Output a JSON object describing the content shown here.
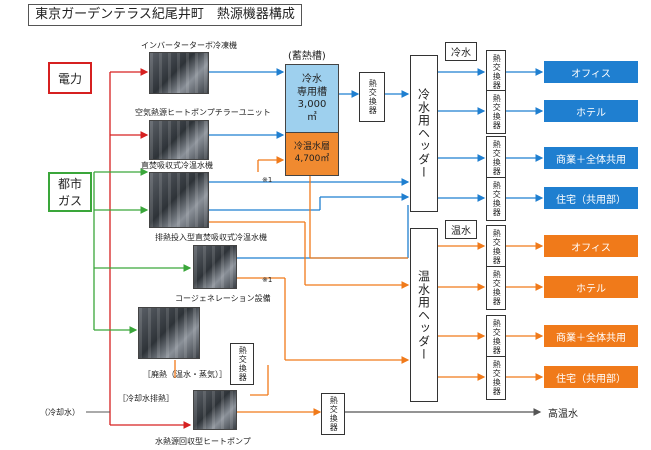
{
  "title": "東京ガーデンテラス紀尾井町　熱源機器構成",
  "sources": {
    "electric": "電力",
    "gas": "都市ガス"
  },
  "equipment": {
    "inverter_chiller": "インバーターターボ冷凍機",
    "air_heat_pump": "空気熱源ヒートポンプチラーユニット",
    "direct_absorption": "直焚吸収式冷温水機",
    "exhaust_absorption": "排熱投入型直焚吸収式冷温水機",
    "cogeneration": "コージェネレーション設備",
    "waste_heat": "［廃熱（温水・蒸気）］",
    "heat_recovery_hp": "水熱源回収型ヒートポンプ",
    "cooling_water_exhaust": "［冷却水排熱］",
    "cooling_water": "（冷却水）"
  },
  "storage": {
    "heading": "(蓄熱槽)",
    "cold_line1": "冷水",
    "cold_line2": "専用槽",
    "cold_volume": "3,000",
    "cold_unit": "㎥",
    "hot_line1": "冷温水層",
    "hot_volume": "4,700㎥"
  },
  "note1": "※1",
  "heat_exchanger": "熱交換器",
  "headers": {
    "cold": "冷水用ヘッダー",
    "hot": "温水用ヘッダー"
  },
  "section_labels": {
    "cold": "冷水",
    "hot": "温水"
  },
  "cold_destinations": [
    "オフィス",
    "ホテル",
    "商業＋全体共用",
    "住宅（共用部）"
  ],
  "hot_destinations": [
    "オフィス",
    "ホテル",
    "商業＋全体共用",
    "住宅（共用部）"
  ],
  "high_temp_water": "高温水",
  "colors": {
    "electric": "#d62020",
    "gas": "#3aa63a",
    "cold": "#1f7fd0",
    "hot": "#f07a1a",
    "storage_cold": "#9ed0ee",
    "storage_hot": "#f08a30"
  }
}
